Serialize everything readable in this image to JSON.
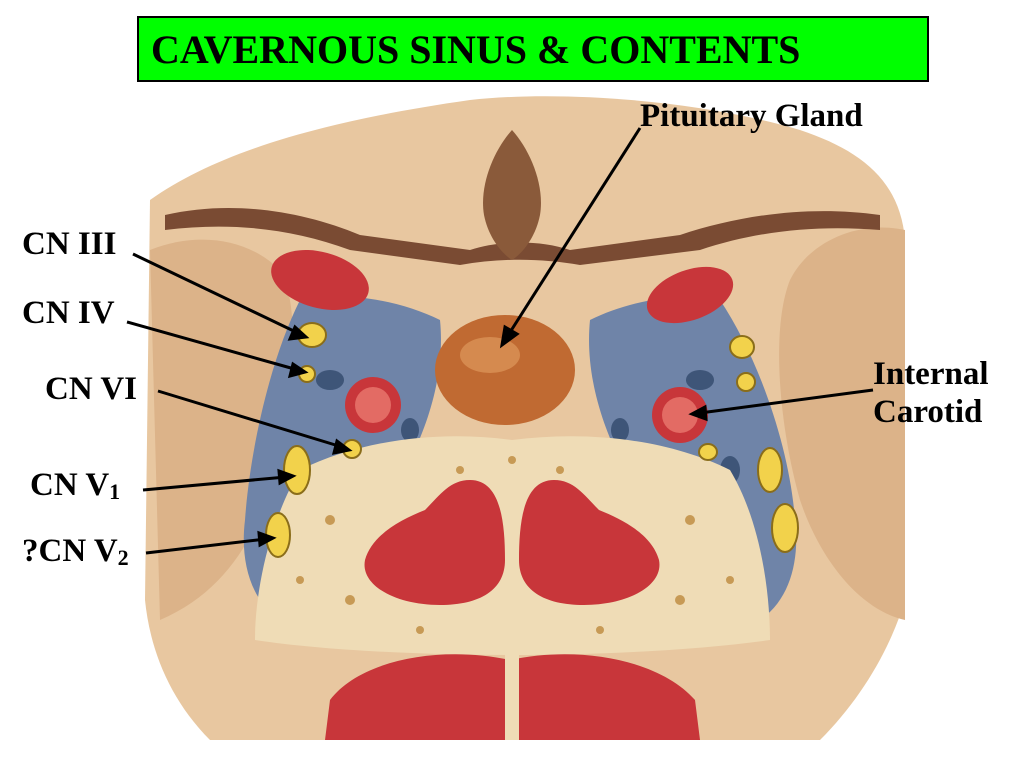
{
  "title": "CAVERNOUS SINUS & CONTENTS",
  "labels": {
    "pituitary": "Pituitary Gland",
    "cn3": "CN III",
    "cn4": "CN IV",
    "cn6": "CN VI",
    "cn_v1_main": "CN V",
    "cn_v1_sub": "1",
    "cn_v2_main": "?CN V",
    "cn_v2_sub": "2",
    "internal": "Internal",
    "carotid": "Carotid"
  },
  "colors": {
    "title_bg": "#00ff00",
    "tissue": "#e8c7a0",
    "sinus_blue": "#6f84a8",
    "artery_red": "#c8363a",
    "nerve_yellow": "#f2d24b",
    "bone": "#efdcb6"
  }
}
